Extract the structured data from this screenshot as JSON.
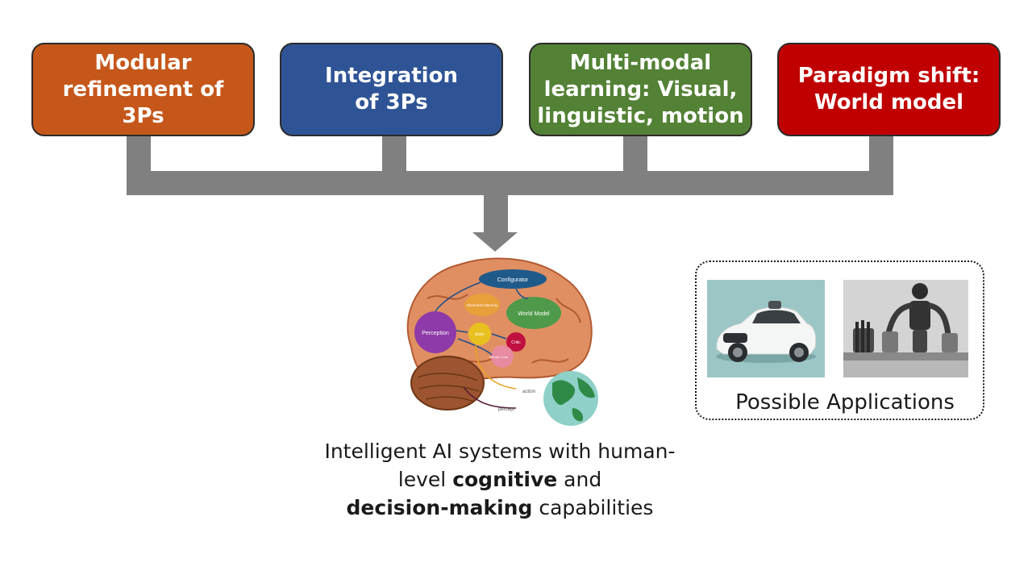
{
  "boxes": [
    {
      "text": "Modular refinement of 3Ps",
      "color": "#c5571a"
    },
    {
      "text": "Integration of 3Ps",
      "color": "#2f5496"
    },
    {
      "text": "Multi-modal learning: Visual, linguistic, motion",
      "color": "#538135"
    },
    {
      "text": "Paradigm shift: World model",
      "color": "#c00000"
    }
  ],
  "connector_color": "#808080",
  "brain": {
    "configurator": "Configurator",
    "short_term_memory": "Short-term Memory",
    "world_model": "World Model",
    "perception": "Perception",
    "actor": "Actor",
    "critic": "Critic",
    "intrinsic_cost": "Intrinsic Cost",
    "action": "action",
    "percept": "percept"
  },
  "caption": {
    "part1": "Intelligent AI systems with human-level ",
    "bold1": "cognitive",
    "part2": " and ",
    "bold2": "decision-making",
    "part3": " capabilities"
  },
  "applications": {
    "label": "Possible Applications",
    "images": [
      {
        "name": "self-driving car"
      },
      {
        "name": "humanoid robot"
      }
    ]
  }
}
